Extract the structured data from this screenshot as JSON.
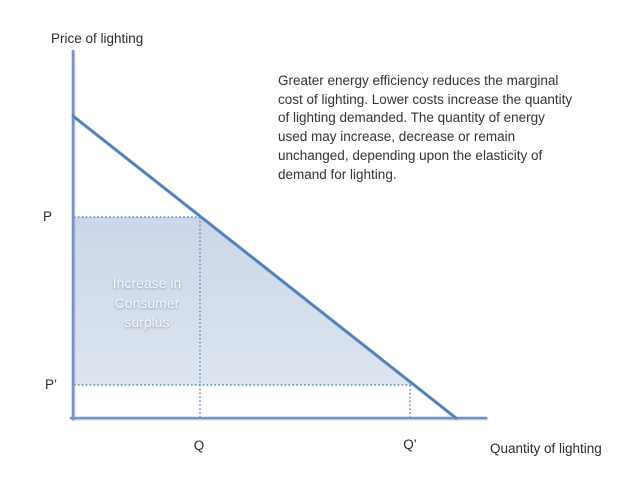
{
  "diagram": {
    "y_axis_label": "Price of lighting",
    "x_axis_label": "Quantity of lighting",
    "labels": {
      "p": "P",
      "p_prime": "P’",
      "q": "Q",
      "q_prime": "Q’"
    },
    "surplus_area_text": "Increase in\nConsumer\nsurplus",
    "annotation_text": "Greater energy efficiency reduces the marginal\ncost of lighting. Lower costs increase the quantity\nof lighting demanded. The quantity of energy\nused may increase, decrease or remain\nunchanged, depending upon the elasticity of\ndemand for lighting.",
    "colors": {
      "axis_blue": "#7593c7",
      "curve_blue": "#4f81bd",
      "dotted_blue": "#5585c1",
      "fill_top": "#cbd7e8",
      "fill_bottom": "#dce5f0",
      "text_dark": "#333333",
      "surplus_text": "#ffffff"
    }
  }
}
